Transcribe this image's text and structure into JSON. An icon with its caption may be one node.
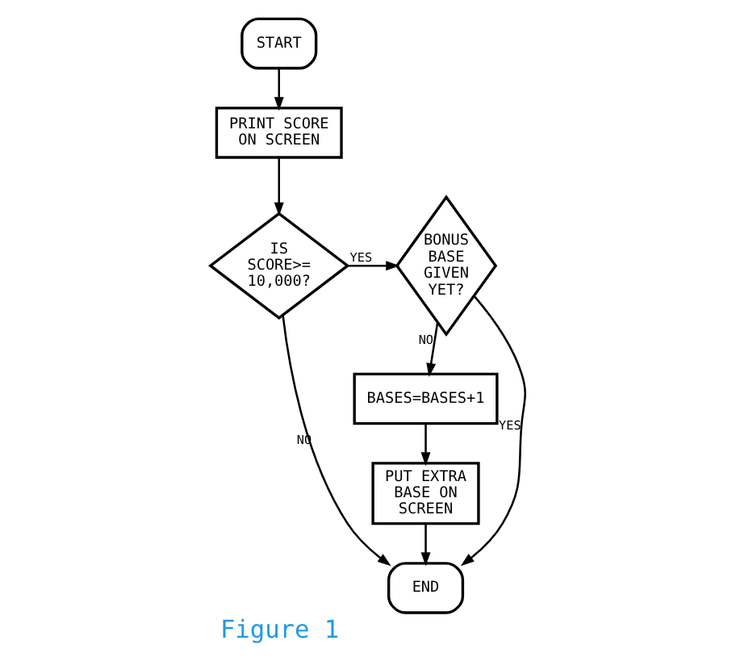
{
  "diagram": {
    "caption": "Figure 1",
    "nodes": [
      {
        "text": [
          "START"
        ]
      },
      {
        "text": [
          "PRINT SCORE ON SCREEN"
        ]
      },
      {
        "text": [
          "IS SCORE>= 10,000?"
        ]
      },
      {
        "text": [
          "BONUS BASE GIVEN YET?"
        ]
      },
      {
        "text": [
          "BASES=BASES+1"
        ]
      },
      {
        "text": [
          "PUT EXTRA BASE ON SCREEN"
        ]
      },
      {
        "text": [
          "END"
        ]
      }
    ],
    "edges": [
      {
        "from": 0,
        "to": 1,
        "arrow": "to"
      },
      {
        "from": 1,
        "to": 2,
        "arrow": "to"
      },
      {
        "from": 2,
        "to": 3,
        "arrow": "to",
        "label": "YES"
      },
      {
        "from": 3,
        "to": 4,
        "arrow": "to",
        "label": "NO"
      },
      {
        "from": 4,
        "to": 5,
        "arrow": "to"
      },
      {
        "from": 5,
        "to": 6,
        "arrow": "to"
      },
      {
        "from": 2,
        "to": 6,
        "arrow": "to",
        "label": "NO"
      },
      {
        "from": 3,
        "to": 6,
        "arrow": "to",
        "label": "YES"
      }
    ]
  }
}
